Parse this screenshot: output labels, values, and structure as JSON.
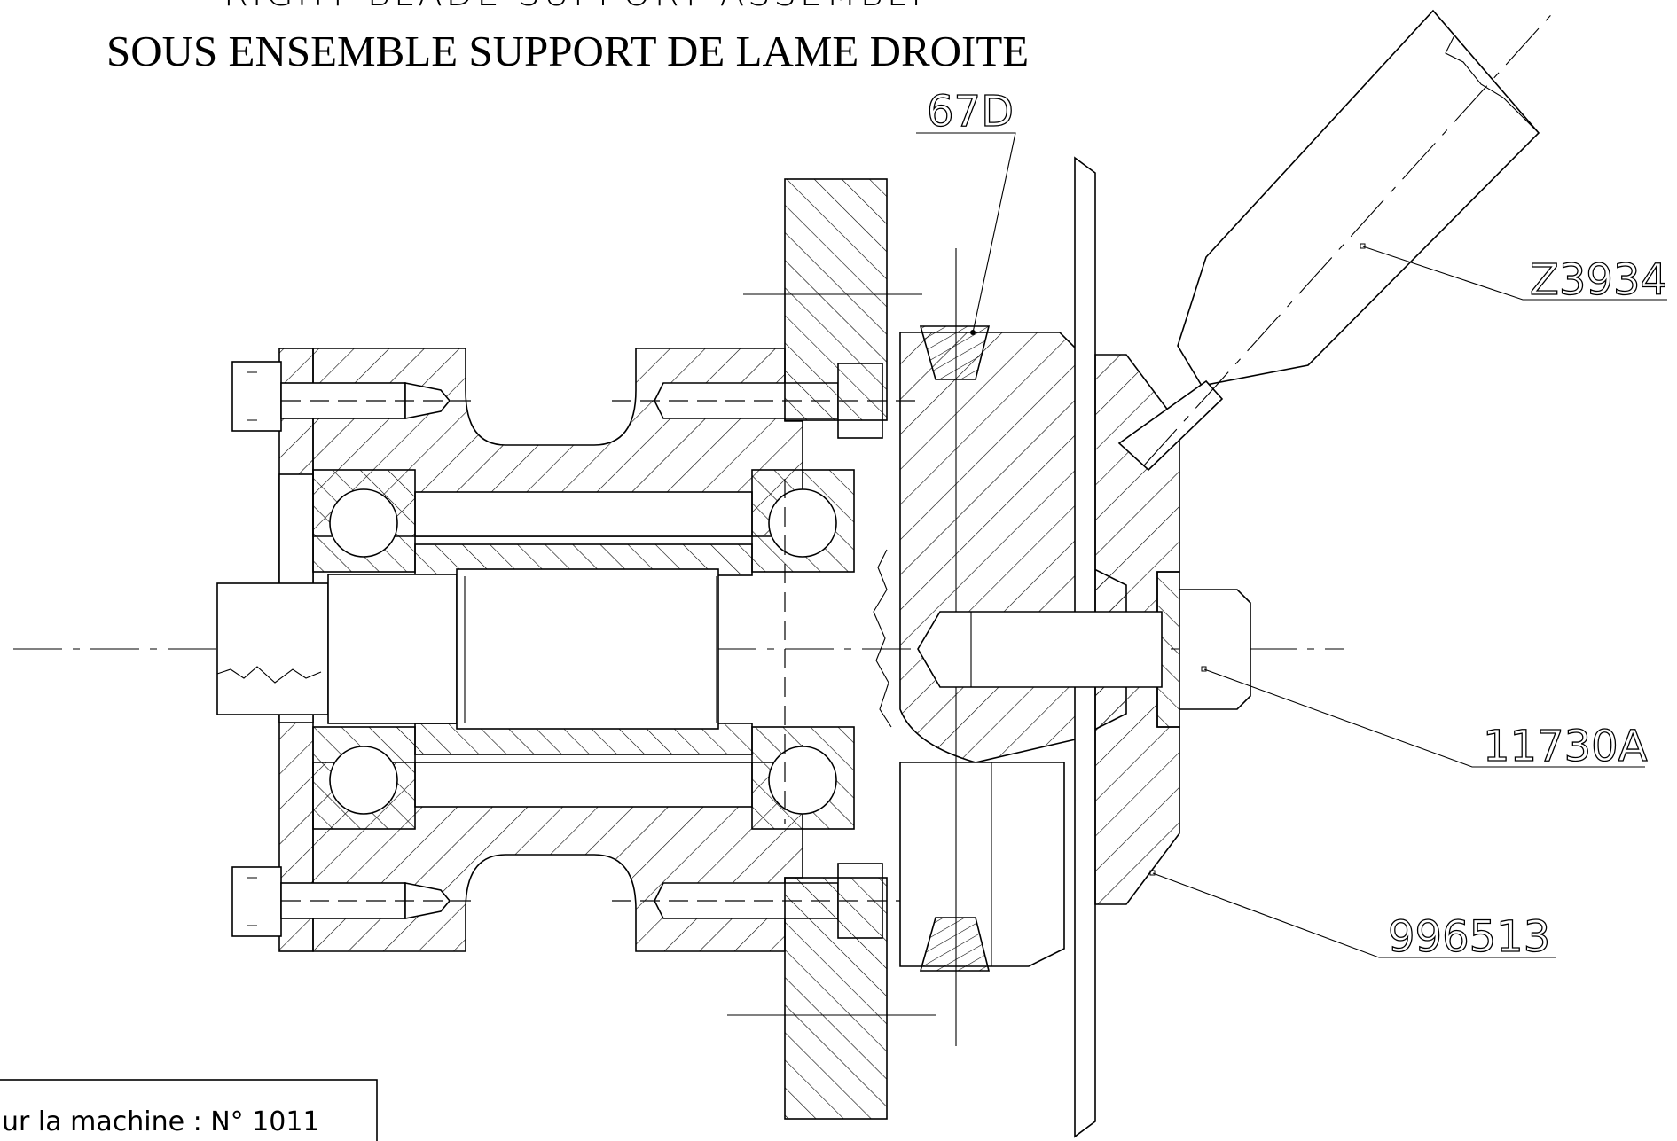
{
  "title": {
    "top_line": "RIGHT BLADE SUPPORT ASSEMBLY",
    "main_line": "SOUS ENSEMBLE  SUPPORT  DE  LAME  DROITE"
  },
  "part_labels": [
    "67D",
    "Z3934",
    "11730A",
    "996513"
  ],
  "machine_note": "ur la machine : N° 1011"
}
